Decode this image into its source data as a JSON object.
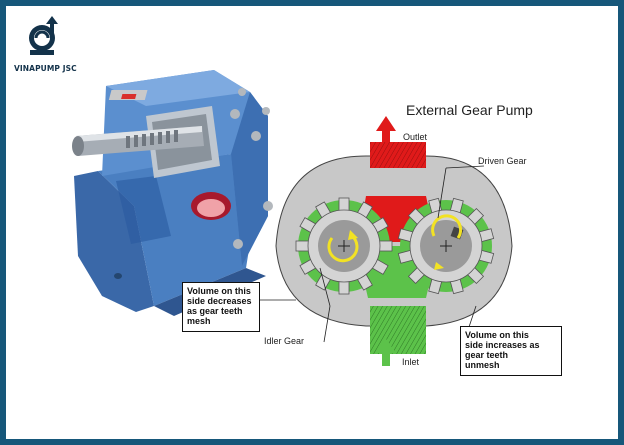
{
  "brand": {
    "name": "VINAPUMP JSC"
  },
  "diagram": {
    "title": "External Gear Pump",
    "outlet_label": "Outlet",
    "inlet_label": "Inlet",
    "driven_gear_label": "Driven Gear",
    "idler_gear_label": "Idler Gear",
    "left_note": "Volume on this\nside decreases\nas gear teeth\nmesh",
    "right_note": "Volume on this\nside increases as\ngear teeth\nunmesh"
  },
  "colors": {
    "frame": "#16577a",
    "outlet_flow": "#e01a1a",
    "inlet_flow": "#5cc24a",
    "housing": "#c8c8c8",
    "gear": "#9a9a9a",
    "pump_body": "#4a7fc1",
    "rotation_arrow": "#f2e224"
  }
}
